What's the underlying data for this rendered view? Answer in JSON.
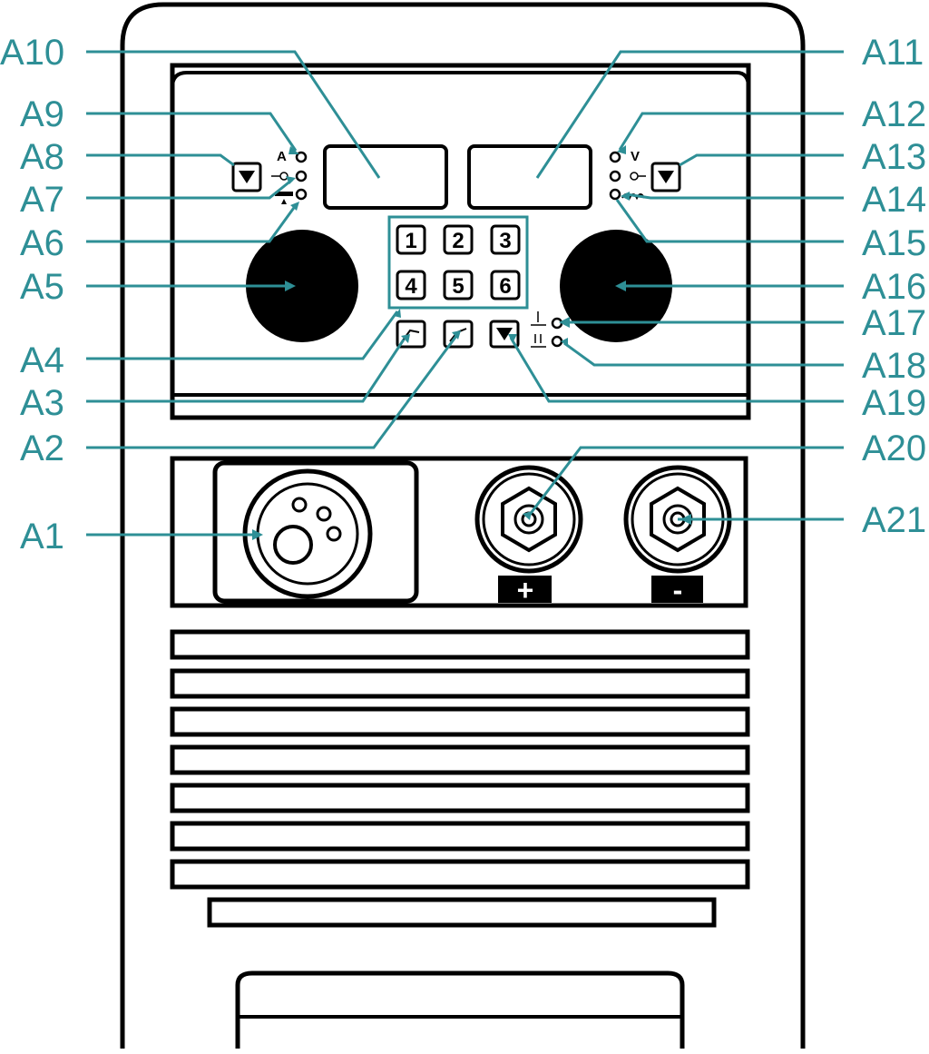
{
  "callouts": {
    "A1": "A1",
    "A2": "A2",
    "A3": "A3",
    "A4": "A4",
    "A5": "A5",
    "A6": "A6",
    "A7": "A7",
    "A8": "A8",
    "A9": "A9",
    "A10": "A10",
    "A11": "A11",
    "A12": "A12",
    "A13": "A13",
    "A14": "A14",
    "A15": "A15",
    "A16": "A16",
    "A17": "A17",
    "A18": "A18",
    "A19": "A19",
    "A20": "A20",
    "A21": "A21"
  },
  "panel": {
    "indicator_amps": "A",
    "indicator_volts": "V",
    "program_buttons": [
      "1",
      "2",
      "3",
      "4",
      "5",
      "6"
    ],
    "terminal_plus": "+",
    "terminal_minus": "-"
  },
  "colors": {
    "callout": "#2e8f96",
    "outline": "#000000",
    "background": "#ffffff"
  },
  "icons": {
    "mode_select": "down-triangle-icon",
    "wire_feed": "wire-spool-icon",
    "arc_force": "arc-force-icon",
    "inductance": "inductance-icon",
    "torch_2t": "torch-2t-icon",
    "torch_4t": "torch-4t-icon",
    "spot_single": "spot-icon",
    "spot_double": "spot-double-icon"
  }
}
